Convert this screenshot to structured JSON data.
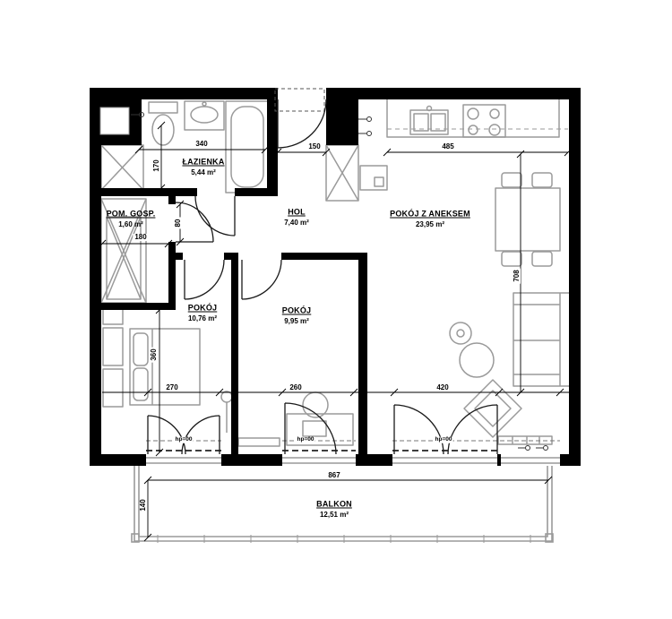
{
  "rooms": [
    {
      "id": "bathroom",
      "name": "ŁAZIENKA",
      "area": "5,44 m²"
    },
    {
      "id": "utility",
      "name": "POM. GOSP.",
      "area": "1,60 m²"
    },
    {
      "id": "hall",
      "name": "HOL",
      "area": "7,40 m²"
    },
    {
      "id": "living-with-kitchenette",
      "name": "POKÓJ Z ANEKSEM",
      "area": "23,95 m²"
    },
    {
      "id": "bedroom-left",
      "name": "POKÓJ",
      "area": "10,76 m²"
    },
    {
      "id": "bedroom-middle",
      "name": "POKÓJ",
      "area": "9,95 m²"
    },
    {
      "id": "balcony",
      "name": "BALKON",
      "area": "12,51 m²"
    }
  ],
  "dimensions": {
    "d340": "340",
    "d170": "170",
    "d150": "150",
    "d485": "485",
    "d180": "180",
    "d80": "80",
    "d360": "360",
    "d708": "708",
    "d270": "270",
    "d260": "260",
    "d420": "420",
    "d867": "867",
    "d140": "140"
  },
  "window_labels": [
    "hp=00",
    "hp=00",
    "hp=00"
  ],
  "colors": {
    "wall": "#000000",
    "fixture": "#9a9a9a",
    "line": "#1a1a1a"
  }
}
